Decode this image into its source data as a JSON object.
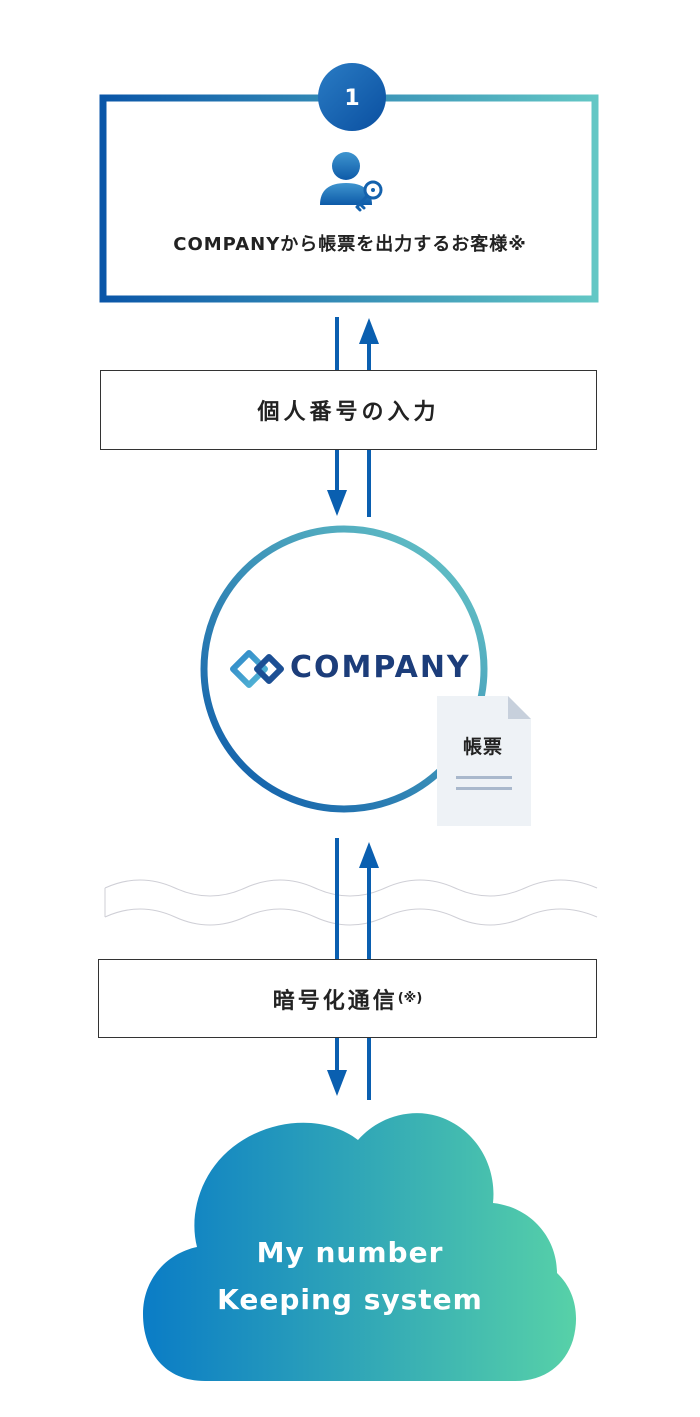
{
  "step": {
    "number": "1",
    "customer_label": "COMPANYから帳票を出力するお客様※"
  },
  "flow": {
    "input_label": "個人番号の入力",
    "encryption_label": "暗号化通信",
    "encryption_note": "(※)"
  },
  "company": {
    "name": "COMPANY"
  },
  "document": {
    "label": "帳票"
  },
  "cloud": {
    "line1": "My number",
    "line2": "Keeping system"
  },
  "colors": {
    "blue": "#0a5fb0",
    "teal": "#5fc6c3",
    "cloud_start": "#0a7cc6",
    "cloud_end": "#55d0a8",
    "border": "#333333"
  }
}
